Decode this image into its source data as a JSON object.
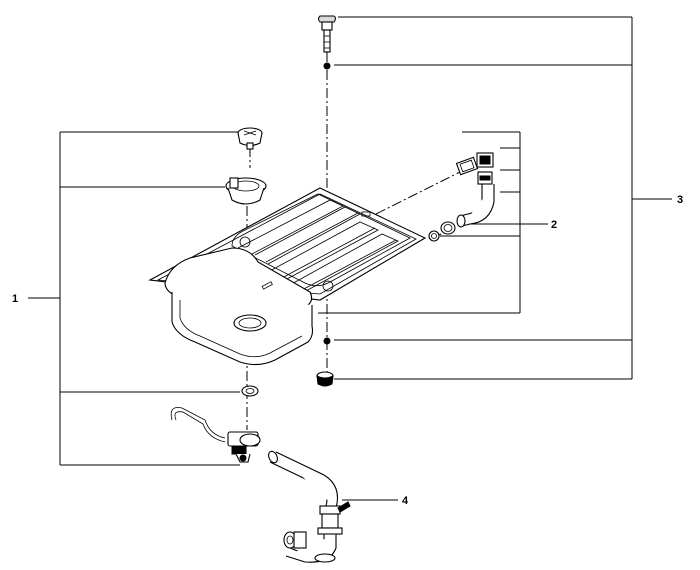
{
  "callouts": {
    "group_1": "1",
    "group_2": "2",
    "group_3": "3",
    "group_4": "4"
  },
  "colors": {
    "line": "#000000",
    "background": "#ffffff",
    "shade": "#d9d9d9"
  }
}
